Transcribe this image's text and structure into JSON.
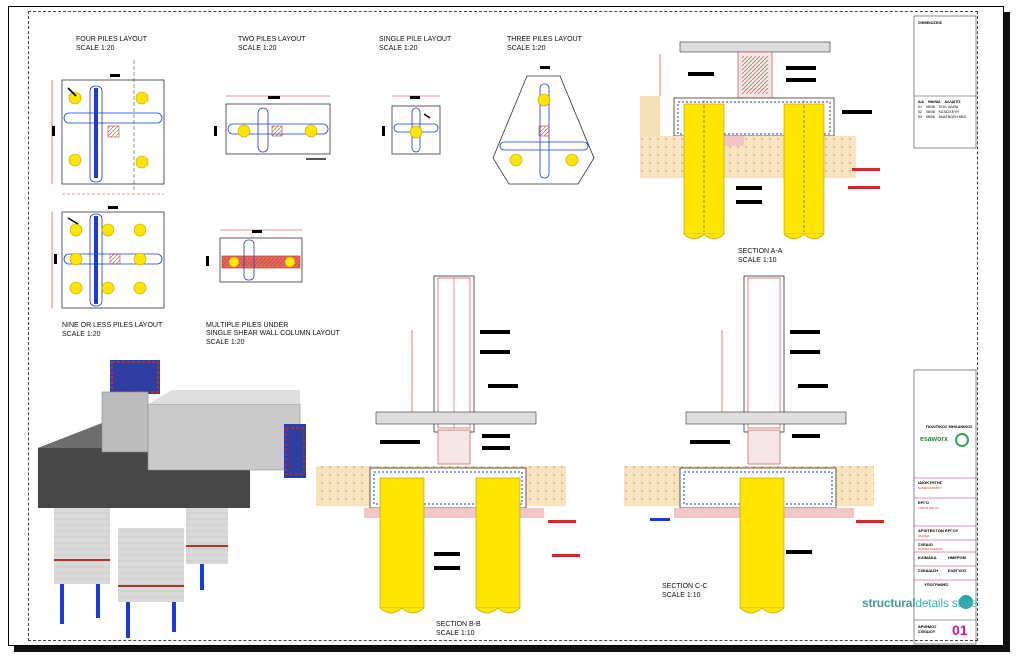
{
  "drawing": {
    "layouts": [
      {
        "title": "FOUR PILES LAYOUT",
        "scale": "SCALE 1:20"
      },
      {
        "title": "TWO PILES LAYOUT",
        "scale": "SCALE 1:20"
      },
      {
        "title": "SINGLE PILE LAYOUT",
        "scale": "SCALE 1:20"
      },
      {
        "title": "THREE PILES LAYOUT",
        "scale": "SCALE 1:20"
      },
      {
        "title": "NINE OR LESS PILES LAYOUT",
        "scale": "SCALE 1:20"
      },
      {
        "title": "MULTIPLE PILES UNDER\nSINGLE SHEAR WALL COLUMN LAYOUT",
        "scale": "SCALE 1:20"
      }
    ],
    "sections": [
      {
        "title": "SECTION A-A",
        "scale": "SCALE 1:10"
      },
      {
        "title": "SECTION B-B",
        "scale": "SCALE 1:10"
      },
      {
        "title": "SECTION C-C",
        "scale": "SCALE 1:10"
      }
    ]
  },
  "titleblock": {
    "notes_heading": "ΣΗΜΕΙΩΣΕΙΣ",
    "revisions_header": [
      "A/A",
      "ΗΜ/ΝΙΑ",
      "ΑΛΛΑΓΕΣ"
    ],
    "revisions": [
      [
        "01",
        "08/08",
        "ΠΟΛ. ΑΔΕΙΑ"
      ],
      [
        "02",
        "08/08",
        "ΚΑΤΑΣΚΕΥΗ"
      ],
      [
        "03",
        "08/08",
        "ΑΝΑΓΝΩΣΗ ΜΕΛ."
      ]
    ],
    "engineer_heading": "ΠΟΛΙΤΙΚΟΣ ΜΗΧΑΝΙΚΟΣ",
    "firm_logo": "esaworx",
    "fields": [
      {
        "label": "ΙΔΙΟΚΤΗΤΗΣ",
        "value": "ΝΑΜΕ ΚΑΤΟΧΟΥ"
      },
      {
        "label": "ΕΡΓΟ",
        "value": "ΤΟΠΟΣ ΕΡΓΟΥ"
      },
      {
        "label": "ΑΡΧΙΤΕΚΤΩΝ ΕΡΓΟΥ",
        "value": "ΟΝΟΜΑ"
      },
      {
        "label": "ΣΧΕΔΙΟ",
        "value": "ΟΝΟΜΑ ΣΧΕΔΙΟΥ"
      }
    ],
    "scale_label": "ΚΛΙΜΑΚΑ",
    "date_label": "ΗΜΕΡΟΜ",
    "drawn_label": "ΣΧΕΔΙΑΣΗ",
    "checked_label": "ΕΛΕΓΧΟΣ",
    "signatures_label": "ΥΠΟΓΡΑΦΕΣ",
    "sheet_no_label": "ΑΡΙΘΜΟΣ\nΣΧΕΔΙΟΥ",
    "sheet_no": "01"
  },
  "brand": {
    "part1": "structural",
    "part2": "details store"
  },
  "colors": {
    "pile": "#ffe500",
    "rebar": "#1a3cd6",
    "dim_red": "#d02a2a",
    "concrete_hatch": "#e9a8a8",
    "soil": "#f5dfb6"
  }
}
